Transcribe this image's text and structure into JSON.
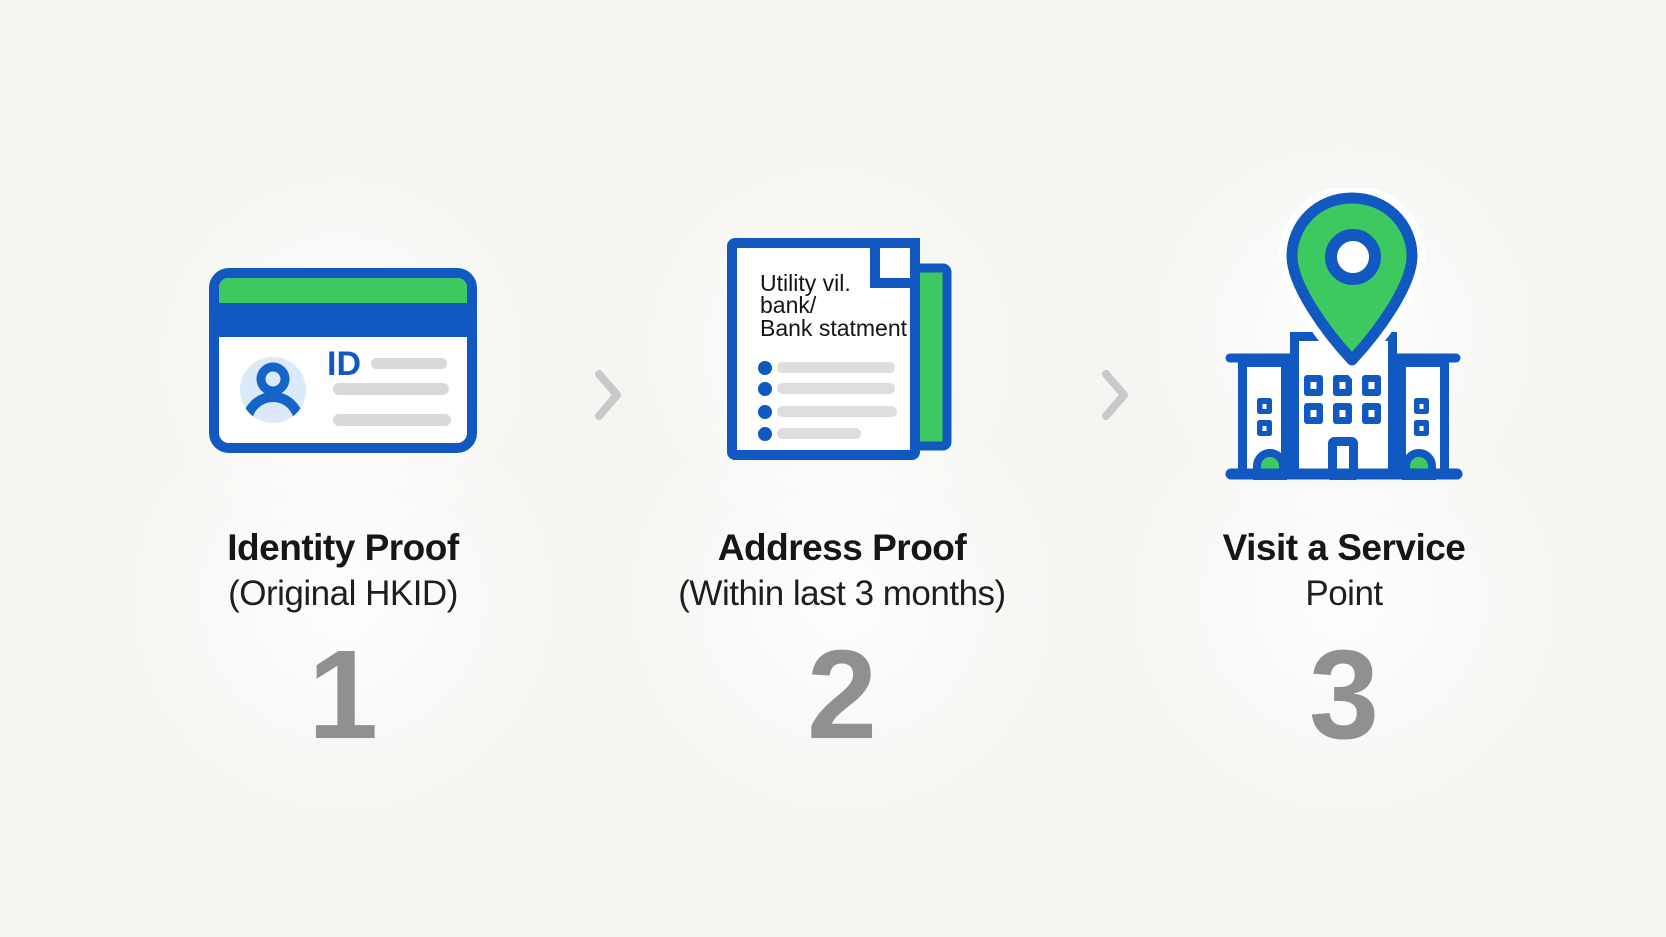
{
  "background_color": "#f5f5f2",
  "palette": {
    "blue": "#1159c1",
    "green": "#3ec960",
    "placeholder_line_gray": "#d9d9d9",
    "number_gray": "#8e9092",
    "chevron_gray": "#c7cacb",
    "text_black": "#161616",
    "avatar_circle_fill": "#dbe9f8"
  },
  "steps": [
    {
      "number": "1",
      "title": "Identity Proof",
      "subtitle": "(Original HKID)",
      "icon": "id-card-icon",
      "card_label": "ID"
    },
    {
      "number": "2",
      "title": "Address Proof",
      "subtitle": "(Within last 3 months)",
      "icon": "document-icon",
      "doc_lines": [
        "Utility vil.",
        "bank/",
        "Bank statment"
      ]
    },
    {
      "number": "3",
      "title": "Visit a Service",
      "subtitle": "Point",
      "icon": "location-pin-building-icon"
    }
  ],
  "separator_icon": "chevron-right-icon"
}
